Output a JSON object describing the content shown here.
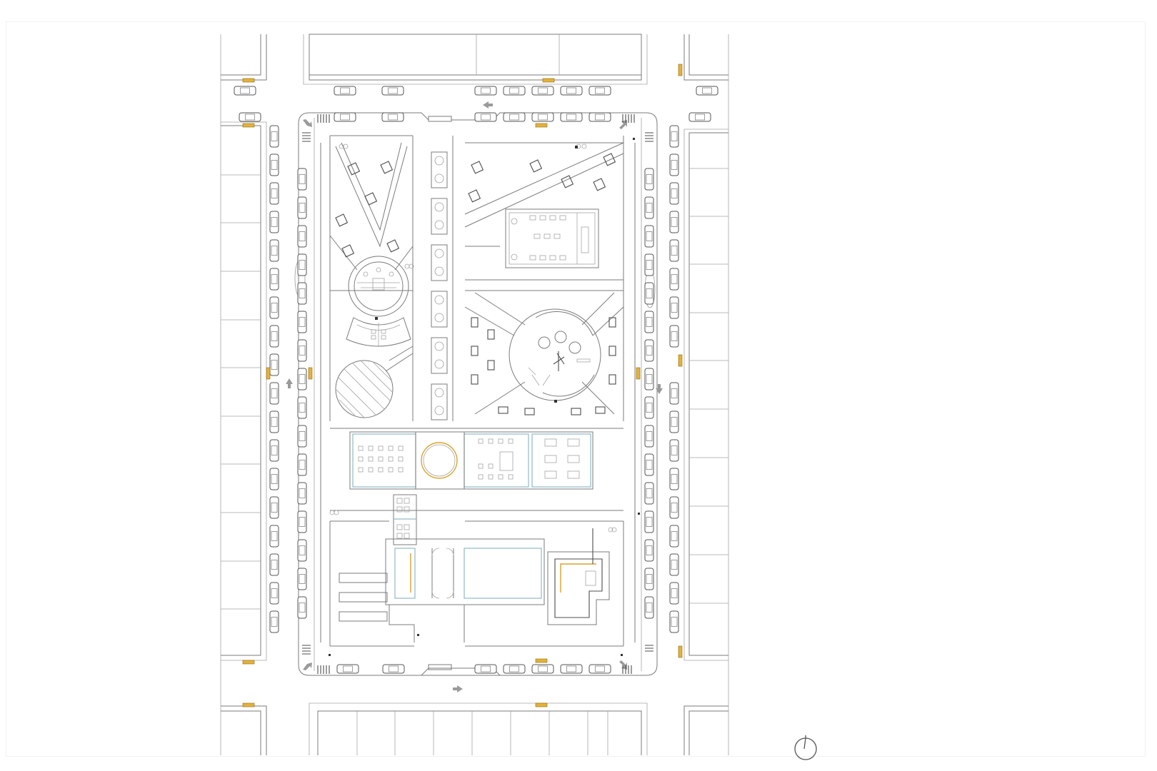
{
  "drawing": {
    "type": "site-plan",
    "north_arrow": "north-arrow-icon",
    "colors": {
      "line": "#7b7b7b",
      "line_light": "#a5a5a5",
      "accent_bench": "#d9a32a",
      "glazing": "#8fb9c4",
      "background": "#ffffff"
    },
    "elements": {
      "parking_spaces": "car-icon",
      "trees": "tree-icon",
      "benches": "bench-icon",
      "arrows": "traffic-arrow-icon",
      "round_plaza_north": "circular-pavilion",
      "round_plaza_center": "circular-plaza",
      "circular_court": "striped-circle-court",
      "education_building": "classroom-block",
      "service_building": "service-block"
    }
  }
}
